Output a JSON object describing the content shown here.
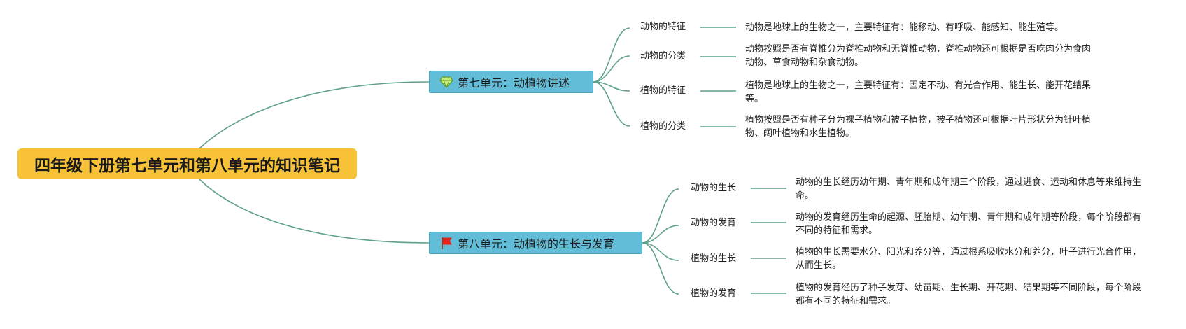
{
  "root": {
    "title": "四年级下册第七单元和第八单元的知识笔记"
  },
  "branches": [
    {
      "icon": "diamond-icon",
      "title": "第七单元：动植物讲述",
      "children": [
        {
          "topic": "动物的特征",
          "desc": "动物是地球上的生物之一，主要特征有：能移动、有呼吸、能感知、能生殖等。"
        },
        {
          "topic": "动物的分类",
          "desc": "动物按照是否有脊椎分为脊椎动物和无脊椎动物，脊椎动物还可根据是否吃肉分为食肉动物、草食动物和杂食动物。"
        },
        {
          "topic": "植物的特征",
          "desc": "植物是地球上的生物之一，主要特征有：固定不动、有光合作用、能生长、能开花结果等。"
        },
        {
          "topic": "植物的分类",
          "desc": "植物按照是否有种子分为裸子植物和被子植物，被子植物还可根据叶片形状分为针叶植物、阔叶植物和水生植物。"
        }
      ]
    },
    {
      "icon": "red-flag-icon",
      "title": "第八单元：动植物的生长与发育",
      "children": [
        {
          "topic": "动物的生长",
          "desc": "动物的生长经历幼年期、青年期和成年期三个阶段，通过进食、运动和休息等来维持生命。"
        },
        {
          "topic": "动物的发育",
          "desc": "动物的发育经历生命的起源、胚胎期、幼年期、青年期和成年期等阶段，每个阶段都有不同的特征和需求。"
        },
        {
          "topic": "植物的生长",
          "desc": "植物的生长需要水分、阳光和养分等，通过根系吸收水分和养分，叶子进行光合作用，从而生长。"
        },
        {
          "topic": "植物的发育",
          "desc": "植物的发育经历了种子发芽、幼苗期、生长期、开花期、结果期等不同阶段，每个阶段都有不同的特征和需求。"
        }
      ]
    }
  ],
  "colors": {
    "root": "#f7c237",
    "branch": "#62bdd8",
    "line": "#5e9f8c"
  }
}
